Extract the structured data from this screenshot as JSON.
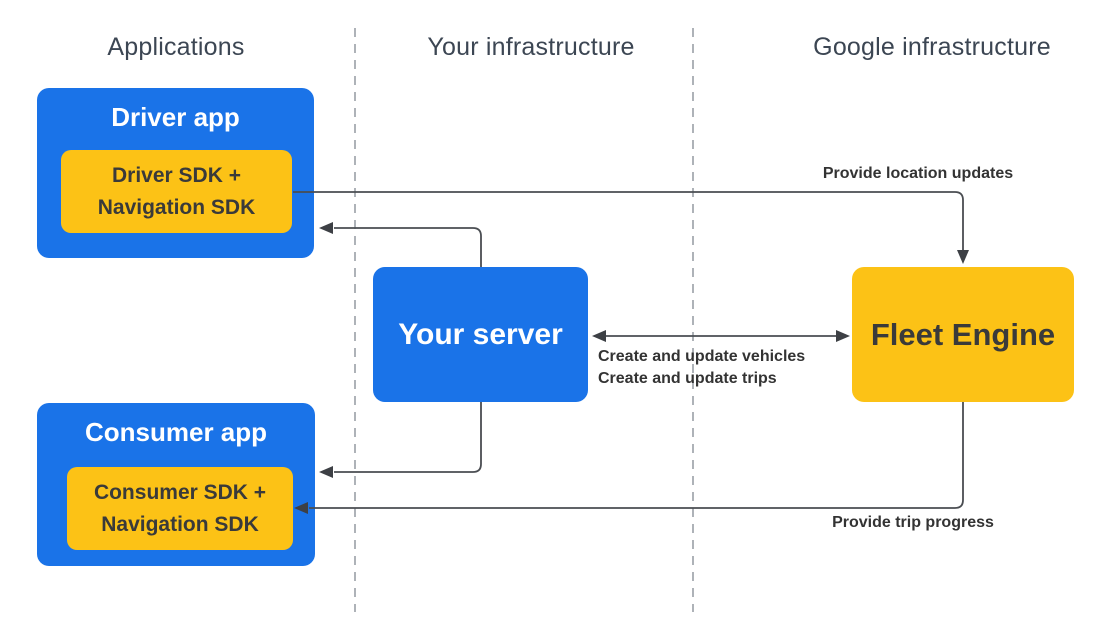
{
  "colors": {
    "box_blue": "#1a73e8",
    "box_yellow": "#fcc216",
    "connector": "#4a4d52",
    "divider": "#9aa0a6",
    "header_text": "#3c4653",
    "dark_text": "#3a3a3a",
    "label_text": "#333333",
    "white_text": "#ffffff"
  },
  "headers": {
    "applications": "Applications",
    "your_infrastructure": "Your infrastructure",
    "google_infrastructure": "Google infrastructure"
  },
  "nodes": {
    "driver_app": {
      "title": "Driver app",
      "sdk_line1": "Driver SDK +",
      "sdk_line2": "Navigation SDK"
    },
    "consumer_app": {
      "title": "Consumer app",
      "sdk_line1": "Consumer SDK +",
      "sdk_line2": "Navigation SDK"
    },
    "your_server": {
      "title": "Your server"
    },
    "fleet_engine": {
      "title": "Fleet Engine"
    }
  },
  "edge_labels": {
    "location_updates": "Provide location updates",
    "create_vehicles": "Create and update vehicles",
    "create_trips": "Create and update trips",
    "trip_progress": "Provide trip progress"
  }
}
